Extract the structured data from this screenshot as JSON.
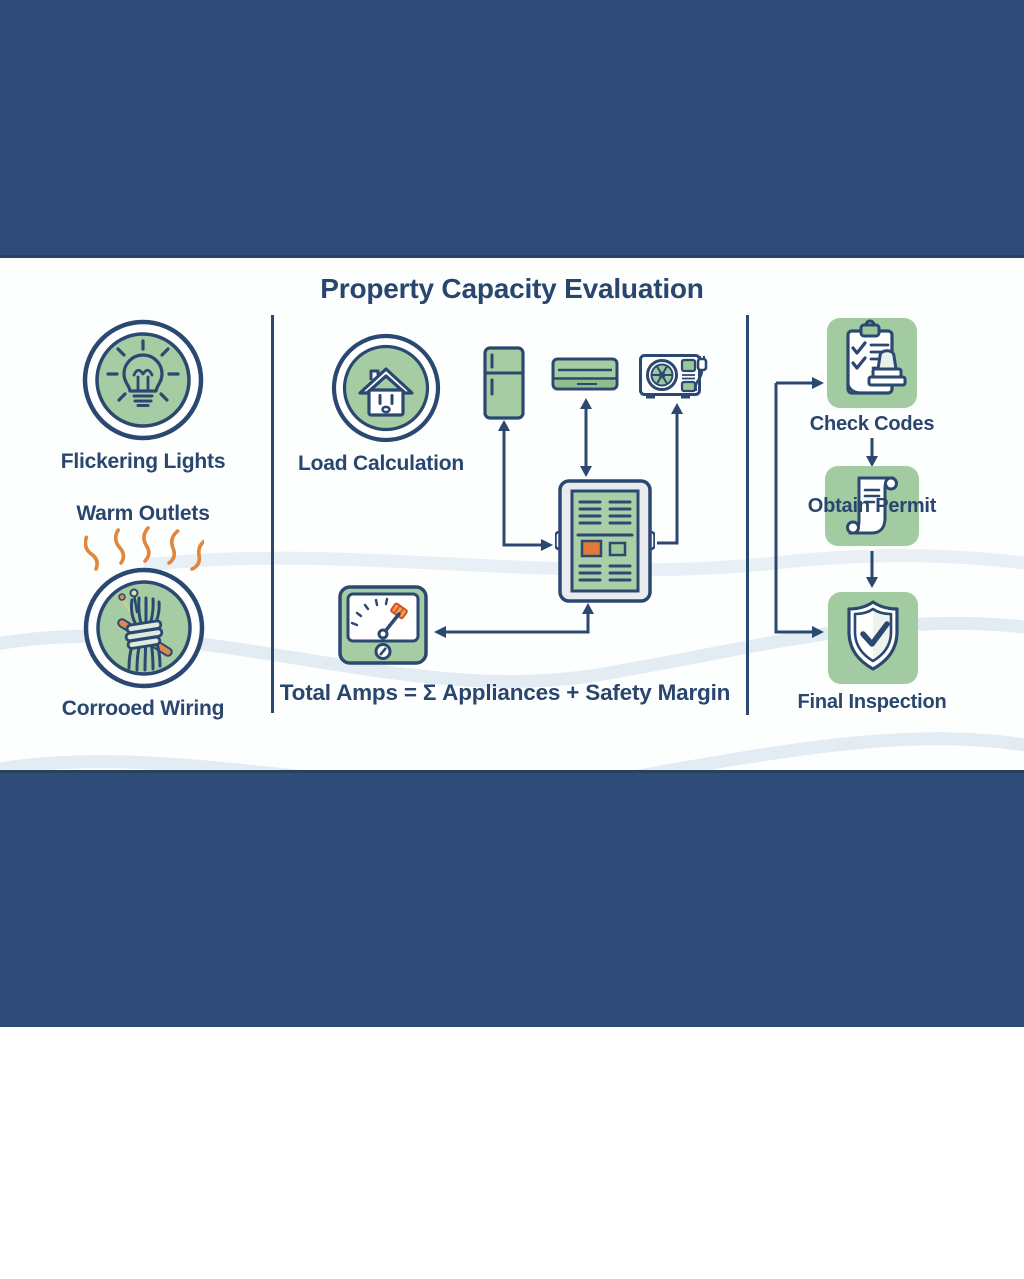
{
  "title": "Property Capacity Evaluation",
  "colors": {
    "band_navy": "#2e4c77",
    "line_navy": "#2a4870",
    "text_navy": "#29466e",
    "icon_green": "#a6cca3",
    "accent_orange": "#e0863f",
    "panel_orange": "#dd7b3c",
    "panel_gray": "#e9ecef",
    "wave_blue": "#e2ecf2"
  },
  "left_column": {
    "items": [
      {
        "label": "Flickering Lights",
        "icon": "lightbulb-icon"
      },
      {
        "label": "Warm Outlets",
        "icon": "heat-waves-icon"
      },
      {
        "label": "Corrooed Wiring",
        "icon": "corroded-wiring-icon"
      }
    ]
  },
  "middle_column": {
    "load_label": "Load Calculation",
    "appliances": [
      {
        "icon": "refrigerator-icon"
      },
      {
        "icon": "wall-ac-icon"
      },
      {
        "icon": "condenser-unit-icon"
      }
    ],
    "panel_icon": "breaker-panel-icon",
    "meter_icon": "amp-meter-icon",
    "formula": "Total Amps = Σ Appliances + Safety Margin"
  },
  "right_column": {
    "steps": [
      {
        "label": "Check Codes",
        "icon": "clipboard-stamp-icon"
      },
      {
        "label": "Obtain Permit",
        "icon": "permit-scroll-icon"
      },
      {
        "label": "Final Inspection",
        "icon": "shield-check-icon"
      }
    ]
  }
}
